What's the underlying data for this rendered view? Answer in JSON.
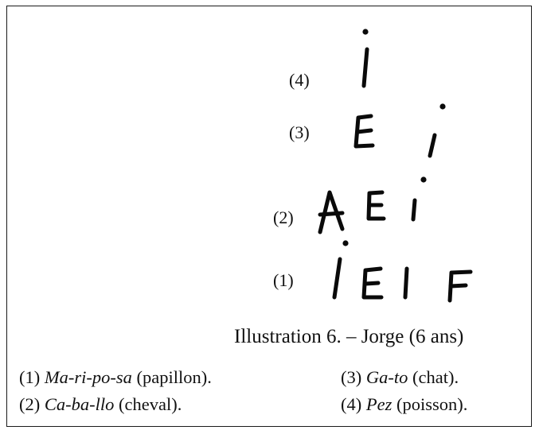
{
  "rows": [
    {
      "number": "(4)"
    },
    {
      "number": "(3)"
    },
    {
      "number": "(2)"
    },
    {
      "number": "(1)"
    }
  ],
  "handwriting_icons": {
    "row4": [
      "letter-i-icon"
    ],
    "row3": [
      "letter-e-icon",
      "letter-i-icon"
    ],
    "row2": [
      "letter-a-icon",
      "letter-e-icon",
      "letter-i-icon"
    ],
    "row1": [
      "letter-i-icon",
      "letter-e-icon",
      "letter-l-icon",
      "letter-f-icon"
    ]
  },
  "caption": "Illustration 6. – Jorge (6 ans)",
  "legend": [
    {
      "num": "(1)",
      "word": "Ma-ri-po-sa",
      "gloss": "(papillon)."
    },
    {
      "num": "(2)",
      "word": "Ca-ba-llo",
      "gloss": "(cheval)."
    },
    {
      "num": "(3)",
      "word": "Ga-to",
      "gloss": "(chat)."
    },
    {
      "num": "(4)",
      "word": "Pez",
      "gloss": "(poisson)."
    }
  ]
}
